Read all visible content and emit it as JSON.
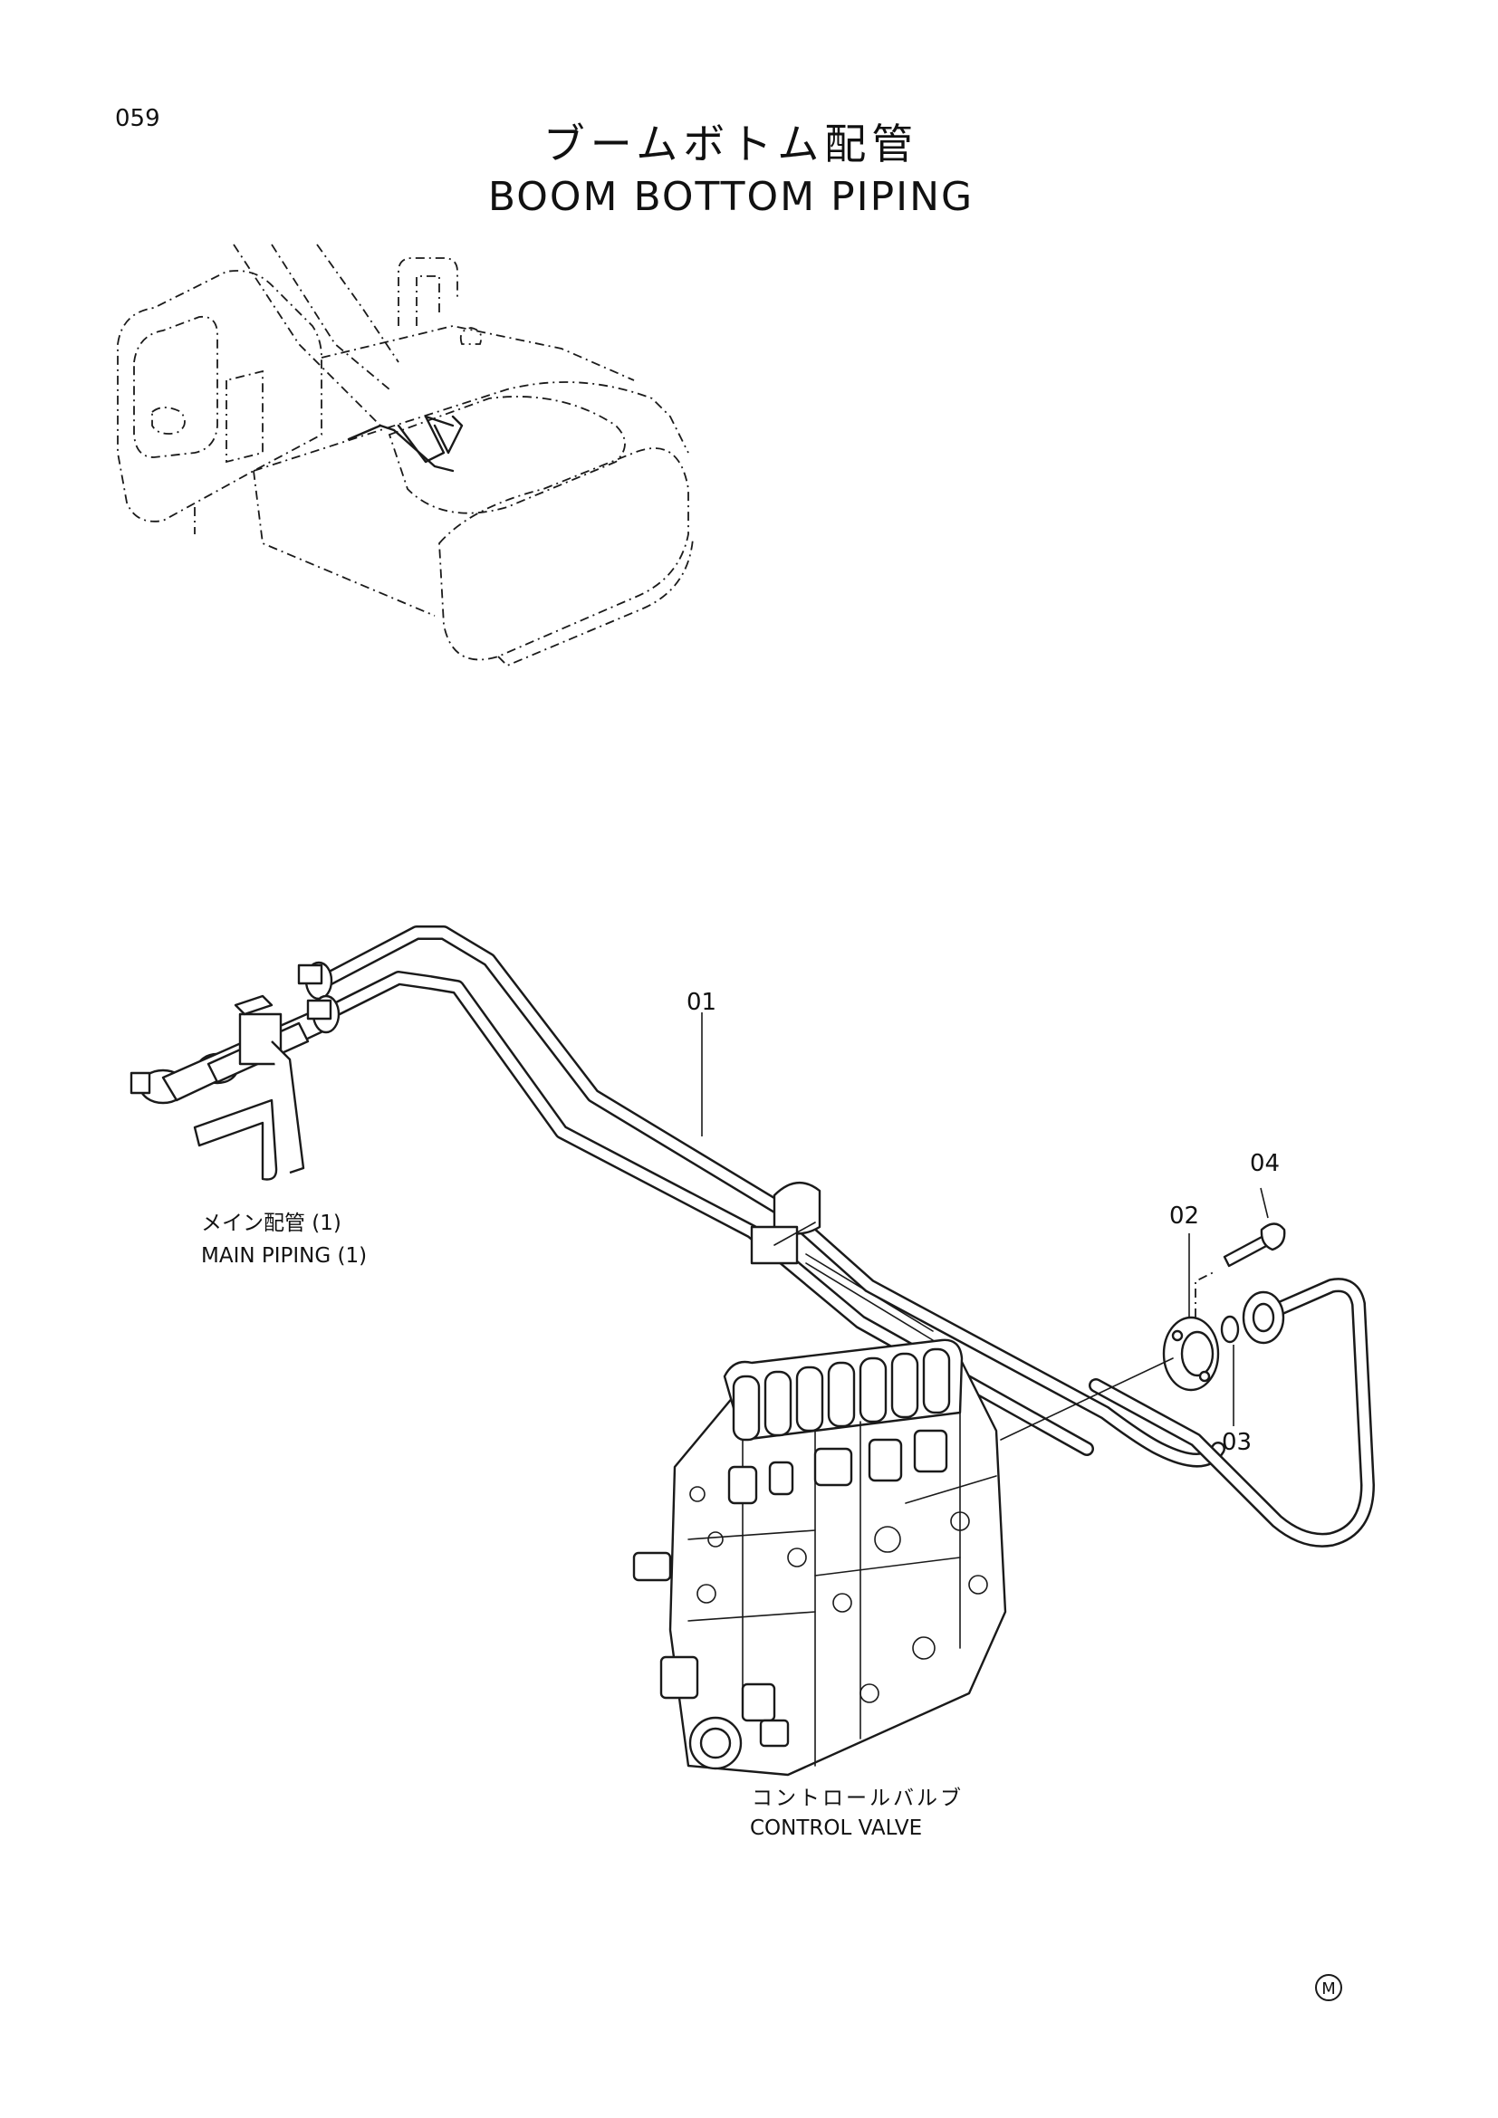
{
  "page": {
    "number": "059"
  },
  "title": {
    "japanese": "ブームボトム配管",
    "english": "BOOM BOTTOM PIPING"
  },
  "callouts": [
    {
      "ref": "01"
    },
    {
      "ref": "02"
    },
    {
      "ref": "03"
    },
    {
      "ref": "04"
    }
  ],
  "labels": {
    "main_piping_ja": "メイン配管 (1)",
    "main_piping_en": "MAIN PIPING (1)",
    "control_valve_ja": "コントロールバルブ",
    "control_valve_en": "CONTROL VALVE"
  },
  "marker": {
    "symbol": "M"
  }
}
